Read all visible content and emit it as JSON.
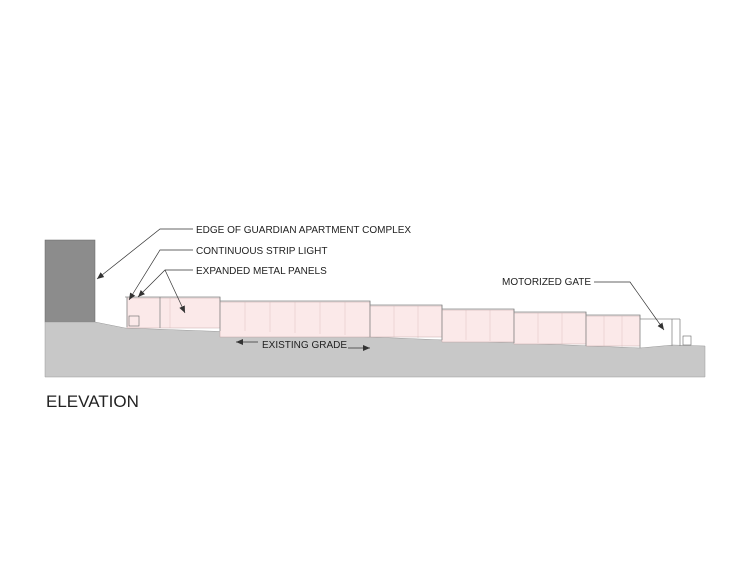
{
  "drawing": {
    "title": "ELEVATION",
    "labels": {
      "edge_of_complex": "EDGE OF GUARDIAN APARTMENT COMPLEX",
      "strip_light": "CONTINUOUS STRIP LIGHT",
      "metal_panels": "EXPANDED METAL PANELS",
      "motorized_gate": "MOTORIZED GATE",
      "existing_grade": "EXISTING GRADE"
    },
    "colors": {
      "ground": "#c8c8c8",
      "building": "#8c8c8c",
      "panel_fill": "#fbe9e9",
      "line": "#333333"
    }
  }
}
